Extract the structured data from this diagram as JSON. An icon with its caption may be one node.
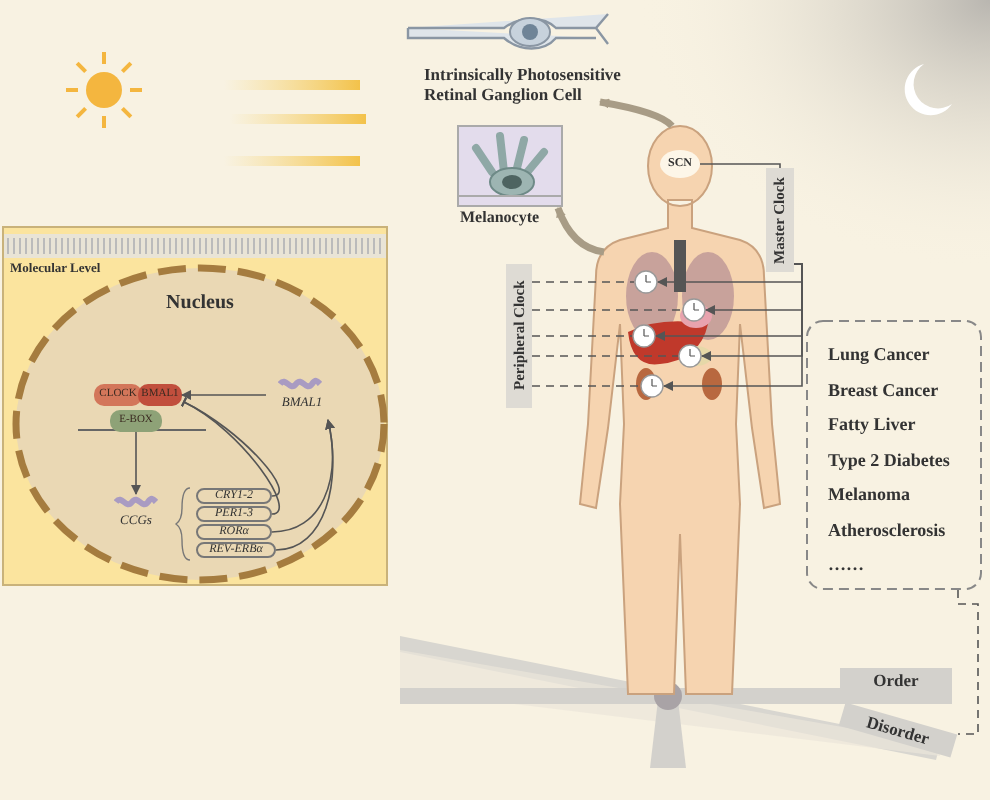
{
  "diagram": {
    "nodes": [
      {
        "text": [],
        "shape": "picture",
        "beside": [
          "Intrinsically Photosensitive Retinal Ganglion Cell"
        ]
      },
      {
        "text": [],
        "shape": "picture",
        "beside": [
          "Melanocyte"
        ]
      },
      {
        "text": [],
        "shape": "person"
      },
      {
        "text": [
          "SCN"
        ],
        "in": 2
      },
      {
        "text": [
          "Master Clock"
        ]
      },
      {
        "text": [
          "Peripheral Clock"
        ]
      },
      {
        "text": [],
        "shape": "circle",
        "in": 2
      },
      {
        "text": [],
        "shape": "circle",
        "in": 2
      },
      {
        "text": [],
        "shape": "circle",
        "in": 2
      },
      {
        "text": [],
        "shape": "circle",
        "in": 2
      },
      {
        "text": [],
        "shape": "circle",
        "in": 2
      },
      {
        "text": [
          "Lung Cancer",
          "Breast Cancer",
          "Fatty Liver",
          "Type 2 Diabetes",
          "Melanoma",
          "Atherosclerosis",
          "……"
        ]
      },
      {
        "text": [
          "Molecular Level"
        ]
      },
      {
        "text": [
          "Nucleus"
        ],
        "in": 12
      },
      {
        "text": [
          "CLOCK"
        ],
        "in": 13
      },
      {
        "text": [
          "BMAL1"
        ],
        "in": 13
      },
      {
        "text": [
          "E-BOX"
        ],
        "in": 13
      },
      {
        "text": [
          "CCGs"
        ],
        "in": 13
      },
      {
        "text": [
          "BMAL1"
        ],
        "in": 13
      },
      {
        "text": [
          "CRY1-2"
        ],
        "in": 13
      },
      {
        "text": [
          "PER1-3"
        ],
        "in": 13
      },
      {
        "text": [
          "RORα"
        ],
        "in": 13
      },
      {
        "text": [
          "REV-ERBα"
        ],
        "in": 13
      },
      {
        "text": [
          "Order"
        ]
      },
      {
        "text": [
          "Disorder"
        ]
      }
    ],
    "edges": [
      {
        "from": 2,
        "to": 0,
        "arrow": "to",
        "style": "thick",
        "color": "#a89c86"
      },
      {
        "from": 2,
        "to": 1,
        "arrow": "to",
        "style": "thick",
        "color": "#a89c86"
      },
      {
        "from": 3,
        "to": 4,
        "arrow": "none"
      },
      {
        "from": 4,
        "to": 6,
        "arrow": "to"
      },
      {
        "from": 4,
        "to": 7,
        "arrow": "to"
      },
      {
        "from": 4,
        "to": 8,
        "arrow": "to"
      },
      {
        "from": 4,
        "to": 9,
        "arrow": "to"
      },
      {
        "from": 4,
        "to": 10,
        "arrow": "to"
      },
      {
        "from": 5,
        "to": 6,
        "arrow": "none",
        "style": "dashed"
      },
      {
        "from": 5,
        "to": 7,
        "arrow": "none",
        "style": "dashed"
      },
      {
        "from": 5,
        "to": 8,
        "arrow": "none",
        "style": "dashed"
      },
      {
        "from": 5,
        "to": 9,
        "arrow": "none",
        "style": "dashed"
      },
      {
        "from": 5,
        "to": 10,
        "arrow": "none",
        "style": "dashed"
      },
      {
        "from": 16,
        "to": 17,
        "arrow": "to"
      },
      {
        "from": 18,
        "to": 15,
        "arrow": "to"
      },
      {
        "from": 19,
        "to": 15,
        "arrow": "other"
      },
      {
        "from": 20,
        "to": 15,
        "arrow": "other"
      },
      {
        "from": 21,
        "to": 18,
        "arrow": "to"
      },
      {
        "from": 22,
        "to": 18,
        "arrow": "to"
      },
      {
        "from": 11,
        "to": 24,
        "arrow": "none",
        "style": "dashed"
      }
    ]
  }
}
